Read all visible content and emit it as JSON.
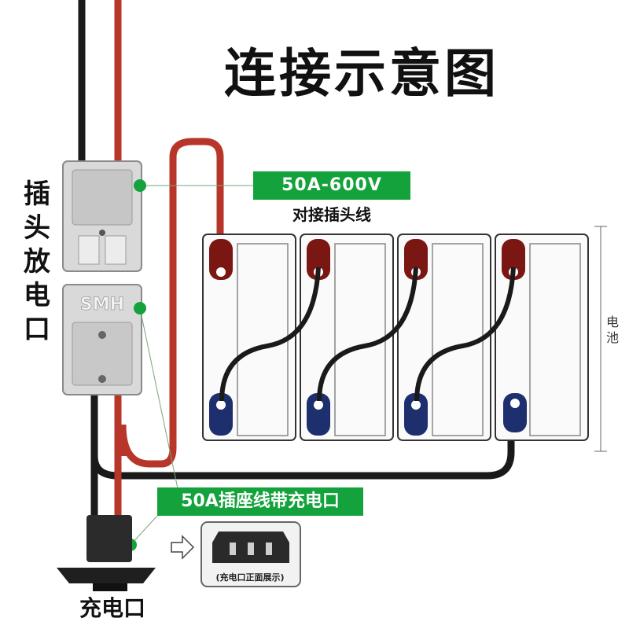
{
  "title": "连接示意图",
  "left_label": "插头放电口",
  "connector_label": "50A-600V",
  "connector_sublabel": "对接插头线",
  "socket_label": "50A插座线带充电口",
  "battery_label": "电池",
  "charge_port_label": "充电口",
  "socket_front_caption": "(充电口正面展示)",
  "plug_brand": "SMH",
  "colors": {
    "accent_green": "#13a23b",
    "wire_red": "#b8352a",
    "wire_black": "#1a1a1a",
    "terminal_red": "#7a1712",
    "terminal_blue": "#1e2f6e",
    "connector_gray": "#d9d9d9"
  },
  "icons": [
    "arrow-right-icon"
  ]
}
